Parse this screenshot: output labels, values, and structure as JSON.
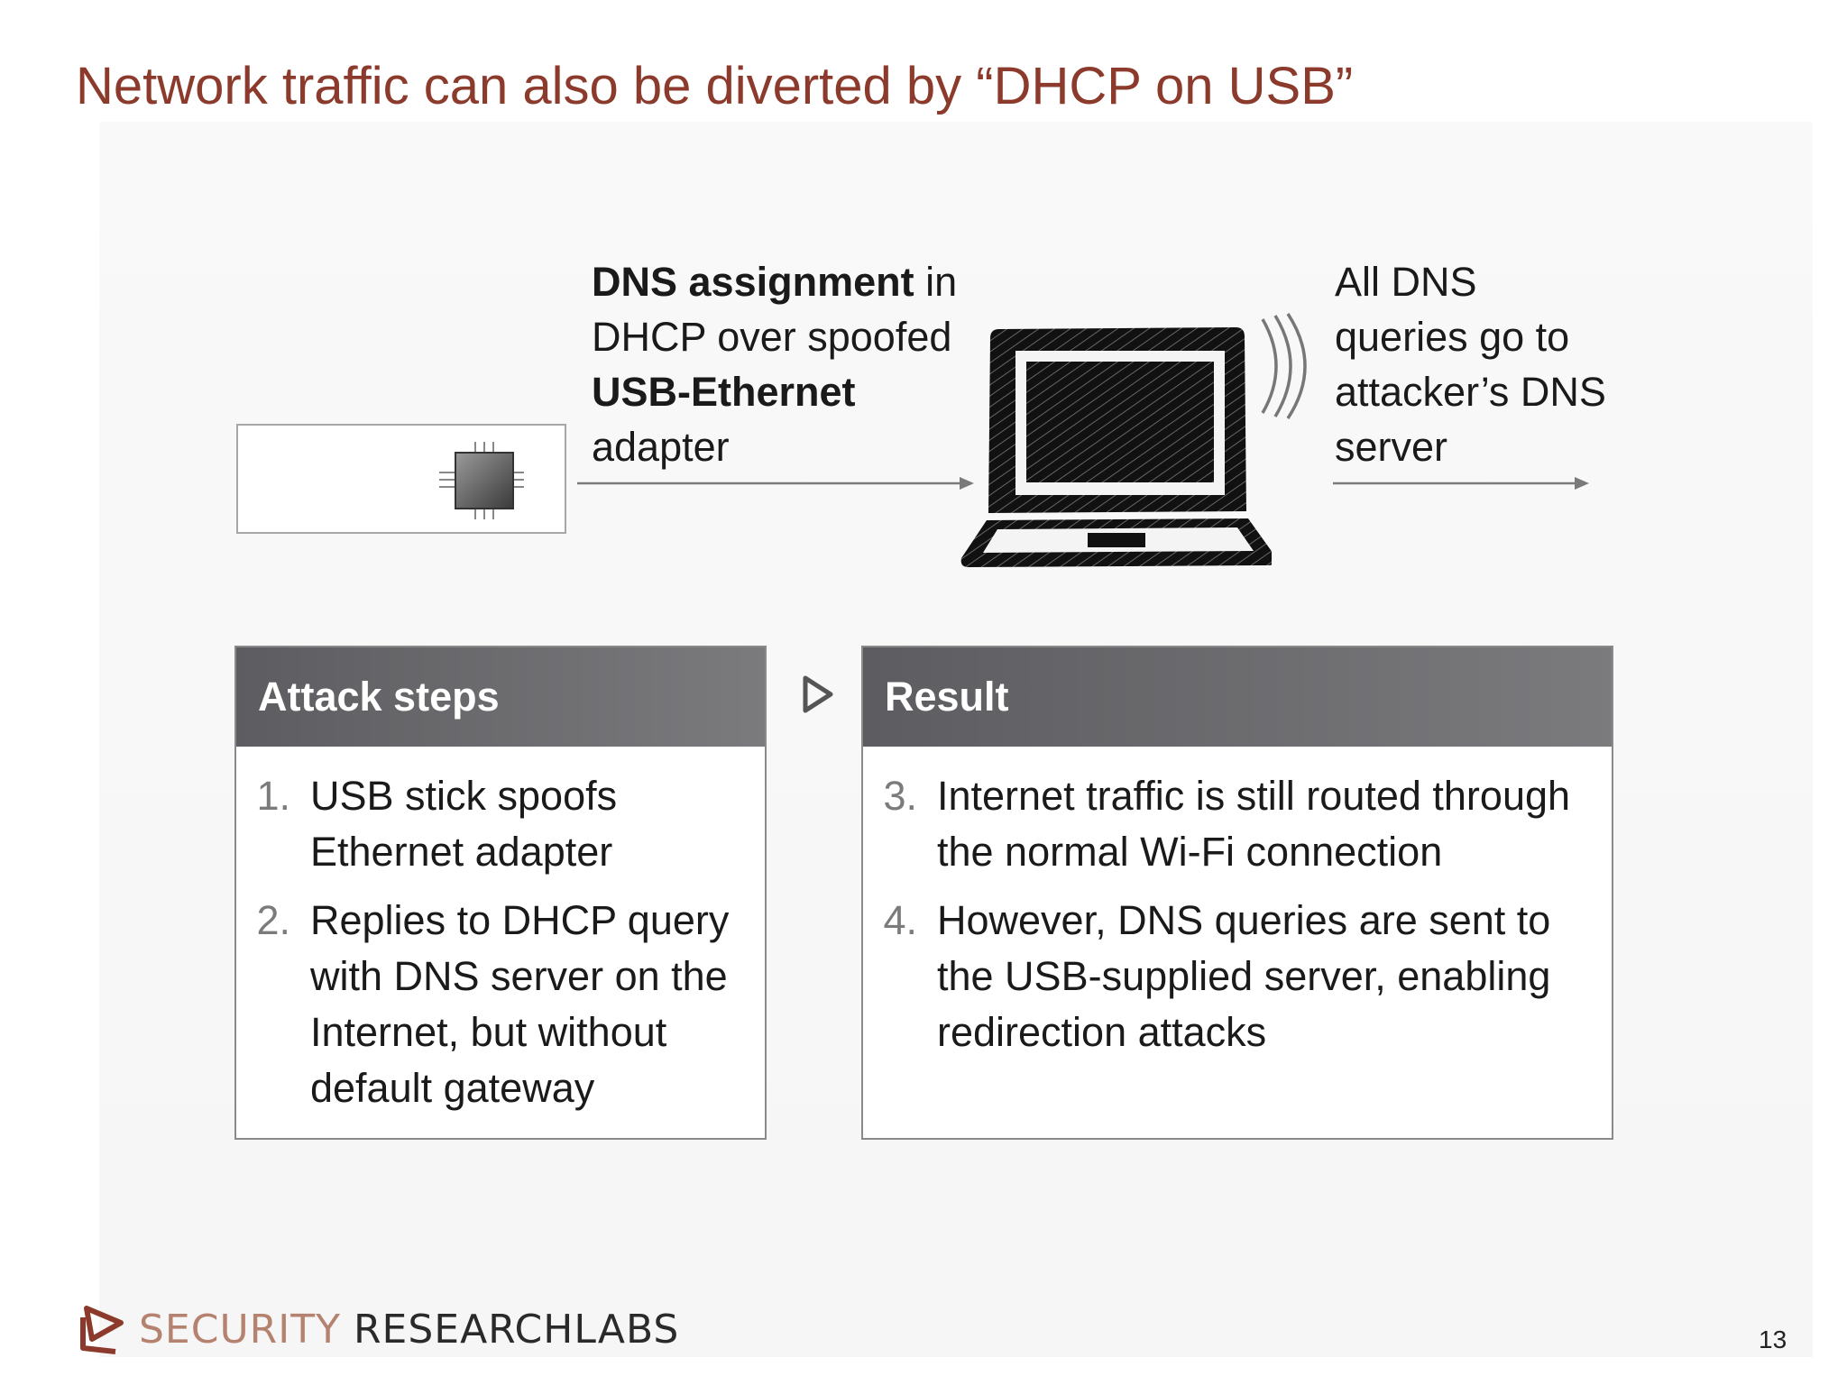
{
  "slide": {
    "title": "Network traffic can also be diverted by “DHCP on USB”",
    "page_number": "13"
  },
  "diagram": {
    "dns_assignment": {
      "bold1": "DNS assignment",
      "part1": " in",
      "line2": "DHCP over spoofed",
      "bold2": "USB-Ethernet",
      "line4": "adapter"
    },
    "all_dns": {
      "line1": "All DNS",
      "line2": "queries go to",
      "line3": "attacker’s DNS",
      "line4": "server"
    },
    "icons": [
      "usb-stick-icon",
      "chip-icon",
      "laptop-icon",
      "wireless-waves-icon",
      "arrow-right-icon",
      "play-triangle-icon"
    ]
  },
  "attack_steps": {
    "header": "Attack steps",
    "items": [
      {
        "num": "1.",
        "text": "USB stick spoofs Ethernet adapter"
      },
      {
        "num": "2.",
        "text": "Replies to DHCP query with DNS server on the Internet, but without default gateway"
      }
    ]
  },
  "result": {
    "header": "Result",
    "items": [
      {
        "num": "3.",
        "text": "Internet traffic is still routed through the normal Wi-Fi connection"
      },
      {
        "num": "4.",
        "text": "However, DNS queries are sent to the USB-supplied server, enabling redirection attacks"
      }
    ]
  },
  "footer": {
    "logo_part1": "SECURITY",
    "logo_part2": "RESEARCHLABS"
  },
  "colors": {
    "title": "#8b3a2b",
    "panel_header": "#6b6a6d",
    "logo_accent": "#b5826f"
  }
}
